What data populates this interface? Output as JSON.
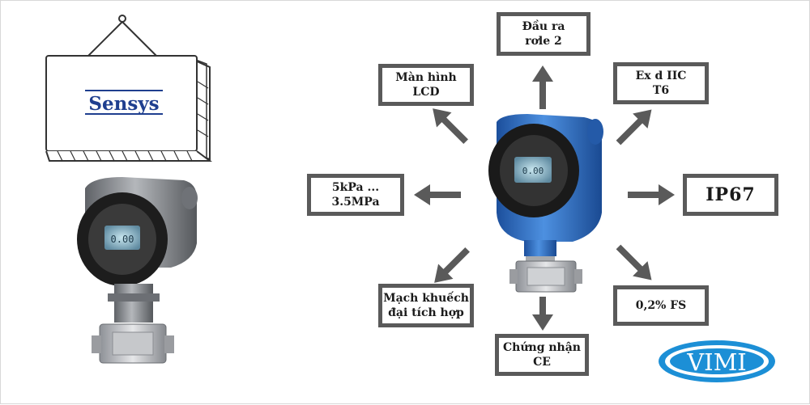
{
  "sign": {
    "brand": "Sensys",
    "brand_color": "#1f3f8f"
  },
  "features": {
    "output": [
      "Đầu ra",
      "rơle 2"
    ],
    "display": [
      "Màn hình",
      "LCD"
    ],
    "explosion": [
      "Ex d IIC",
      "T6"
    ],
    "range": [
      "5kPa ...",
      "3.5MPa"
    ],
    "protection": [
      "IP67"
    ],
    "amplifier": [
      "Mạch khuếch",
      "đại tích hợp"
    ],
    "certificate": [
      "Chứng nhận",
      "CE"
    ],
    "accuracy": [
      "0,2% FS"
    ]
  },
  "logo": {
    "text": "VIMI",
    "color": "#1c8fd6"
  },
  "colors": {
    "box_border": "#5a5a5a",
    "arrow": "#5a5a5a",
    "transmitter_blue": "#2a6fc9",
    "transmitter_grey": "#8a8d92"
  }
}
